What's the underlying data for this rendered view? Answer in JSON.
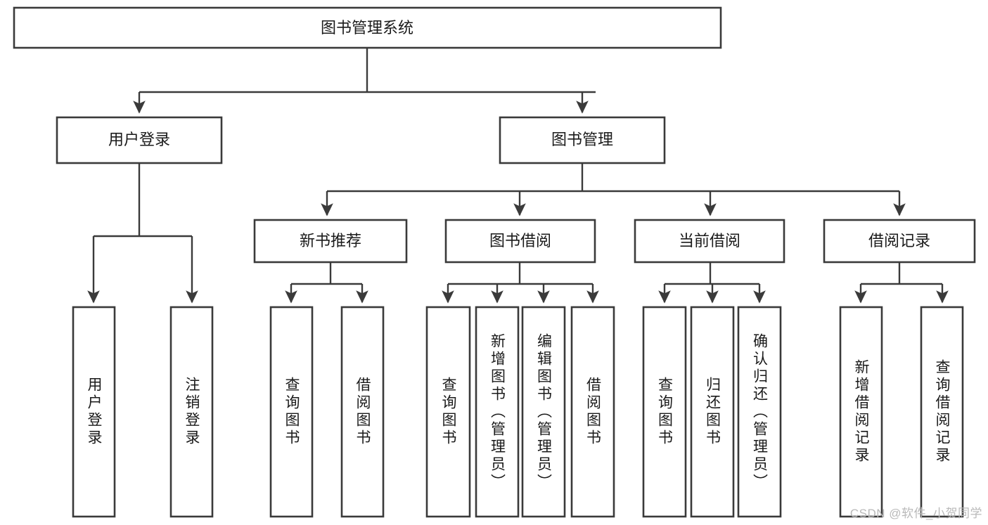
{
  "diagram": {
    "type": "tree-hierarchy-chart",
    "title": "图书管理系统",
    "colors": {
      "stroke": "#3a3a3a",
      "box_fill": "#ffffff",
      "text": "#1a1a1a",
      "background": "#ffffff",
      "watermark": "#b9b9b9"
    },
    "root": {
      "label": "图书管理系统"
    },
    "level2": [
      {
        "label": "用户登录"
      },
      {
        "label": "图书管理"
      }
    ],
    "level3": [
      {
        "label": "新书推荐"
      },
      {
        "label": "图书借阅"
      },
      {
        "label": "当前借阅"
      },
      {
        "label": "借阅记录"
      }
    ],
    "leaves": {
      "user_login": [
        {
          "label": "用户登录"
        },
        {
          "label": "注销登录"
        }
      ],
      "new_book_recommend": [
        {
          "label": "查询图书"
        },
        {
          "label": "借阅图书"
        }
      ],
      "book_borrow": [
        {
          "label": "查询图书"
        },
        {
          "label": "新增图书（管理员）"
        },
        {
          "label": "编辑图书（管理员）"
        },
        {
          "label": "借阅图书"
        }
      ],
      "current_borrow": [
        {
          "label": "查询图书"
        },
        {
          "label": "归还图书"
        },
        {
          "label": "确认归还（管理员）"
        }
      ],
      "borrow_record": [
        {
          "label": "新增借阅记录"
        },
        {
          "label": "查询借阅记录"
        }
      ]
    },
    "watermark": "CSDN @软件_小贺同学"
  }
}
